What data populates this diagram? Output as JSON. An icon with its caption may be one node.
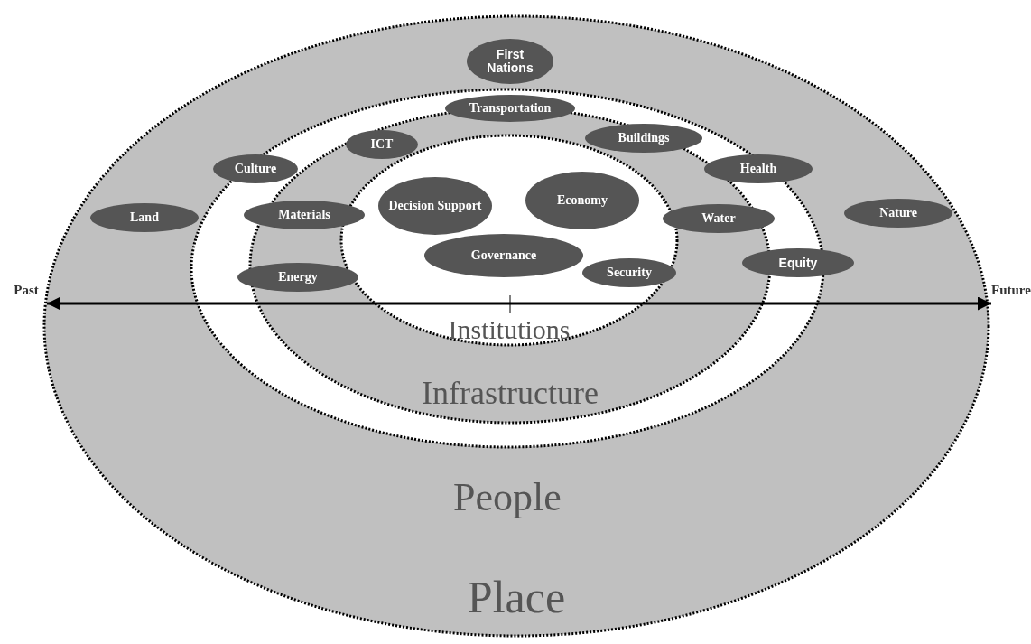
{
  "diagram": {
    "nodes": [
      {
        "text": [
          "Place"
        ]
      },
      {
        "text": [
          "People"
        ],
        "in": 0
      },
      {
        "text": [
          "Infrastructure"
        ],
        "in": 1
      },
      {
        "text": [
          "Institutions"
        ],
        "in": 2
      },
      {
        "text": [
          "First Nations"
        ],
        "in": 0
      },
      {
        "text": [
          "Transportation"
        ],
        "in": 1
      },
      {
        "text": [
          "ICT"
        ],
        "in": 2
      },
      {
        "text": [
          "Buildings"
        ],
        "in": 2
      },
      {
        "text": [
          "Culture"
        ],
        "in": 1
      },
      {
        "text": [
          "Health"
        ],
        "in": 1
      },
      {
        "text": [
          "Land"
        ],
        "in": 0
      },
      {
        "text": [
          "Decision Support"
        ],
        "in": 3
      },
      {
        "text": [
          "Economy"
        ],
        "in": 3
      },
      {
        "text": [
          "Materials"
        ],
        "in": 2
      },
      {
        "text": [
          "Water"
        ],
        "in": 2
      },
      {
        "text": [
          "Nature"
        ],
        "in": 0
      },
      {
        "text": [
          "Governance"
        ],
        "in": 3
      },
      {
        "text": [
          "Energy"
        ],
        "in": 1
      },
      {
        "text": [
          "Security"
        ],
        "in": 3
      },
      {
        "text": [
          "Equity"
        ],
        "in": 0
      },
      {
        "text": [
          "Past"
        ]
      },
      {
        "text": [
          "Future"
        ]
      }
    ],
    "edges": [
      {
        "from": 20,
        "to": 21,
        "arrow": "both"
      }
    ]
  }
}
